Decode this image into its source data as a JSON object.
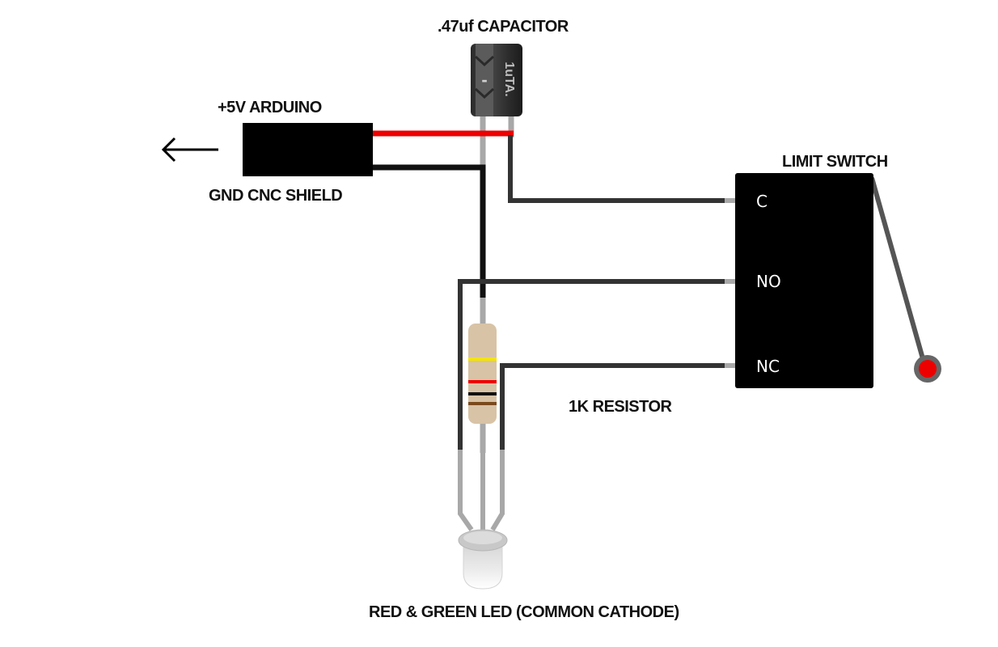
{
  "labels": {
    "capacitor": ".47uf CAPACITOR",
    "arduino": "+5V ARDUINO",
    "gnd_shield": "GND CNC SHIELD",
    "limit_switch": "LIMIT SWITCH",
    "resistor": "1K RESISTOR",
    "led": "RED & GREEN LED (COMMON CATHODE)"
  },
  "capacitor_marking": "1uTA.",
  "capacitor_polarity": "-",
  "switch_pins": {
    "c": "C",
    "no": "NO",
    "nc": "NC"
  },
  "colors": {
    "wire_red": "#ee0000",
    "wire_black": "#111111",
    "wire_dark": "#333333",
    "lead_gray": "#a8a8a8",
    "switch_body": "#000000",
    "switch_tip": "#ee0000",
    "resistor_body": "#d8c3a6",
    "resistor_bands": [
      "#f5e400",
      "#ee0000",
      "#111111",
      "#7a4a1e"
    ]
  }
}
